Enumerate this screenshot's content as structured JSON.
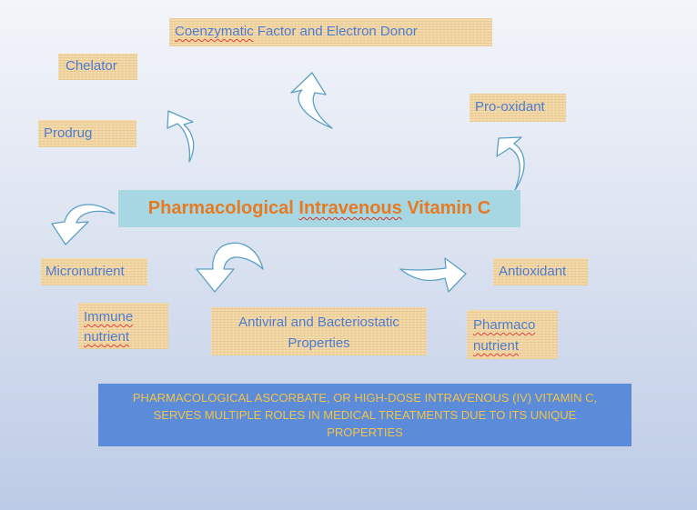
{
  "title": {
    "prefix": "Pharmacological ",
    "emph": "Intravenous",
    "suffix": " Vitamin C"
  },
  "nodes": {
    "coenzymatic": {
      "emph": "Coenzymatic",
      "rest": " Factor and Electron Donor"
    },
    "chelator": "Chelator",
    "prodrug": "Prodrug",
    "prooxidant": "Pro-oxidant",
    "micronutrient": "Micronutrient",
    "antioxidant": "Antioxidant",
    "immune": {
      "line1": "Immune",
      "line2": "nutrient"
    },
    "antiviral": {
      "line1": "Antiviral and Bacteriostatic",
      "line2": "Properties"
    },
    "pharmaco": {
      "line1": "Pharmaco",
      "line2": "nutrient"
    }
  },
  "banner": {
    "line1": "PHARMACOLOGICAL ASCORBATE, OR HIGH-DOSE INTRAVENOUS (IV) VITAMIN C,",
    "line2": "SERVES MULTIPLE ROLES IN MEDICAL TREATMENTS DUE TO ITS UNIQUE",
    "line3": "PROPERTIES"
  },
  "colors": {
    "box_fill": "#f2d7a5",
    "box_text": "#4d7bd0",
    "title_fill": "#a7d7e3",
    "title_text": "#e67a22",
    "banner_fill": "#5b8bd9",
    "banner_text": "#f1c44a",
    "arrow_fill": "#ffffff",
    "arrow_stroke": "#5a9fc4"
  },
  "icons": [
    "curved-arrow-icon"
  ]
}
